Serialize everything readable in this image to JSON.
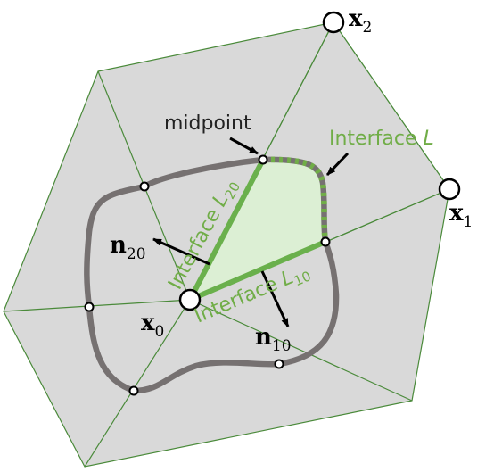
{
  "colors": {
    "mesh_fill": "#d9d9d9",
    "mesh_edge": "#4a8a3a",
    "control_volume_fill": "#dcefd4",
    "interface": "#6ab04c",
    "curve": "#767171",
    "label_green": "#70ad47",
    "text": "#000000"
  },
  "labels": {
    "midpoint": "midpoint",
    "interface_L_text": "Interface ",
    "interface_L_var": "L",
    "interface_L20_text": "Interface ",
    "interface_L20_var": "L",
    "interface_L20_sub": "20",
    "interface_L10_text": "Interface ",
    "interface_L10_var": "L",
    "interface_L10_sub": "10",
    "x0_main": "x",
    "x0_sub": "0",
    "x1_main": "x",
    "x1_sub": "1",
    "x2_main": "x",
    "x2_sub": "2",
    "n20_main": "n",
    "n20_sub": "20",
    "n10_main": "n",
    "n10_sub": "10"
  }
}
